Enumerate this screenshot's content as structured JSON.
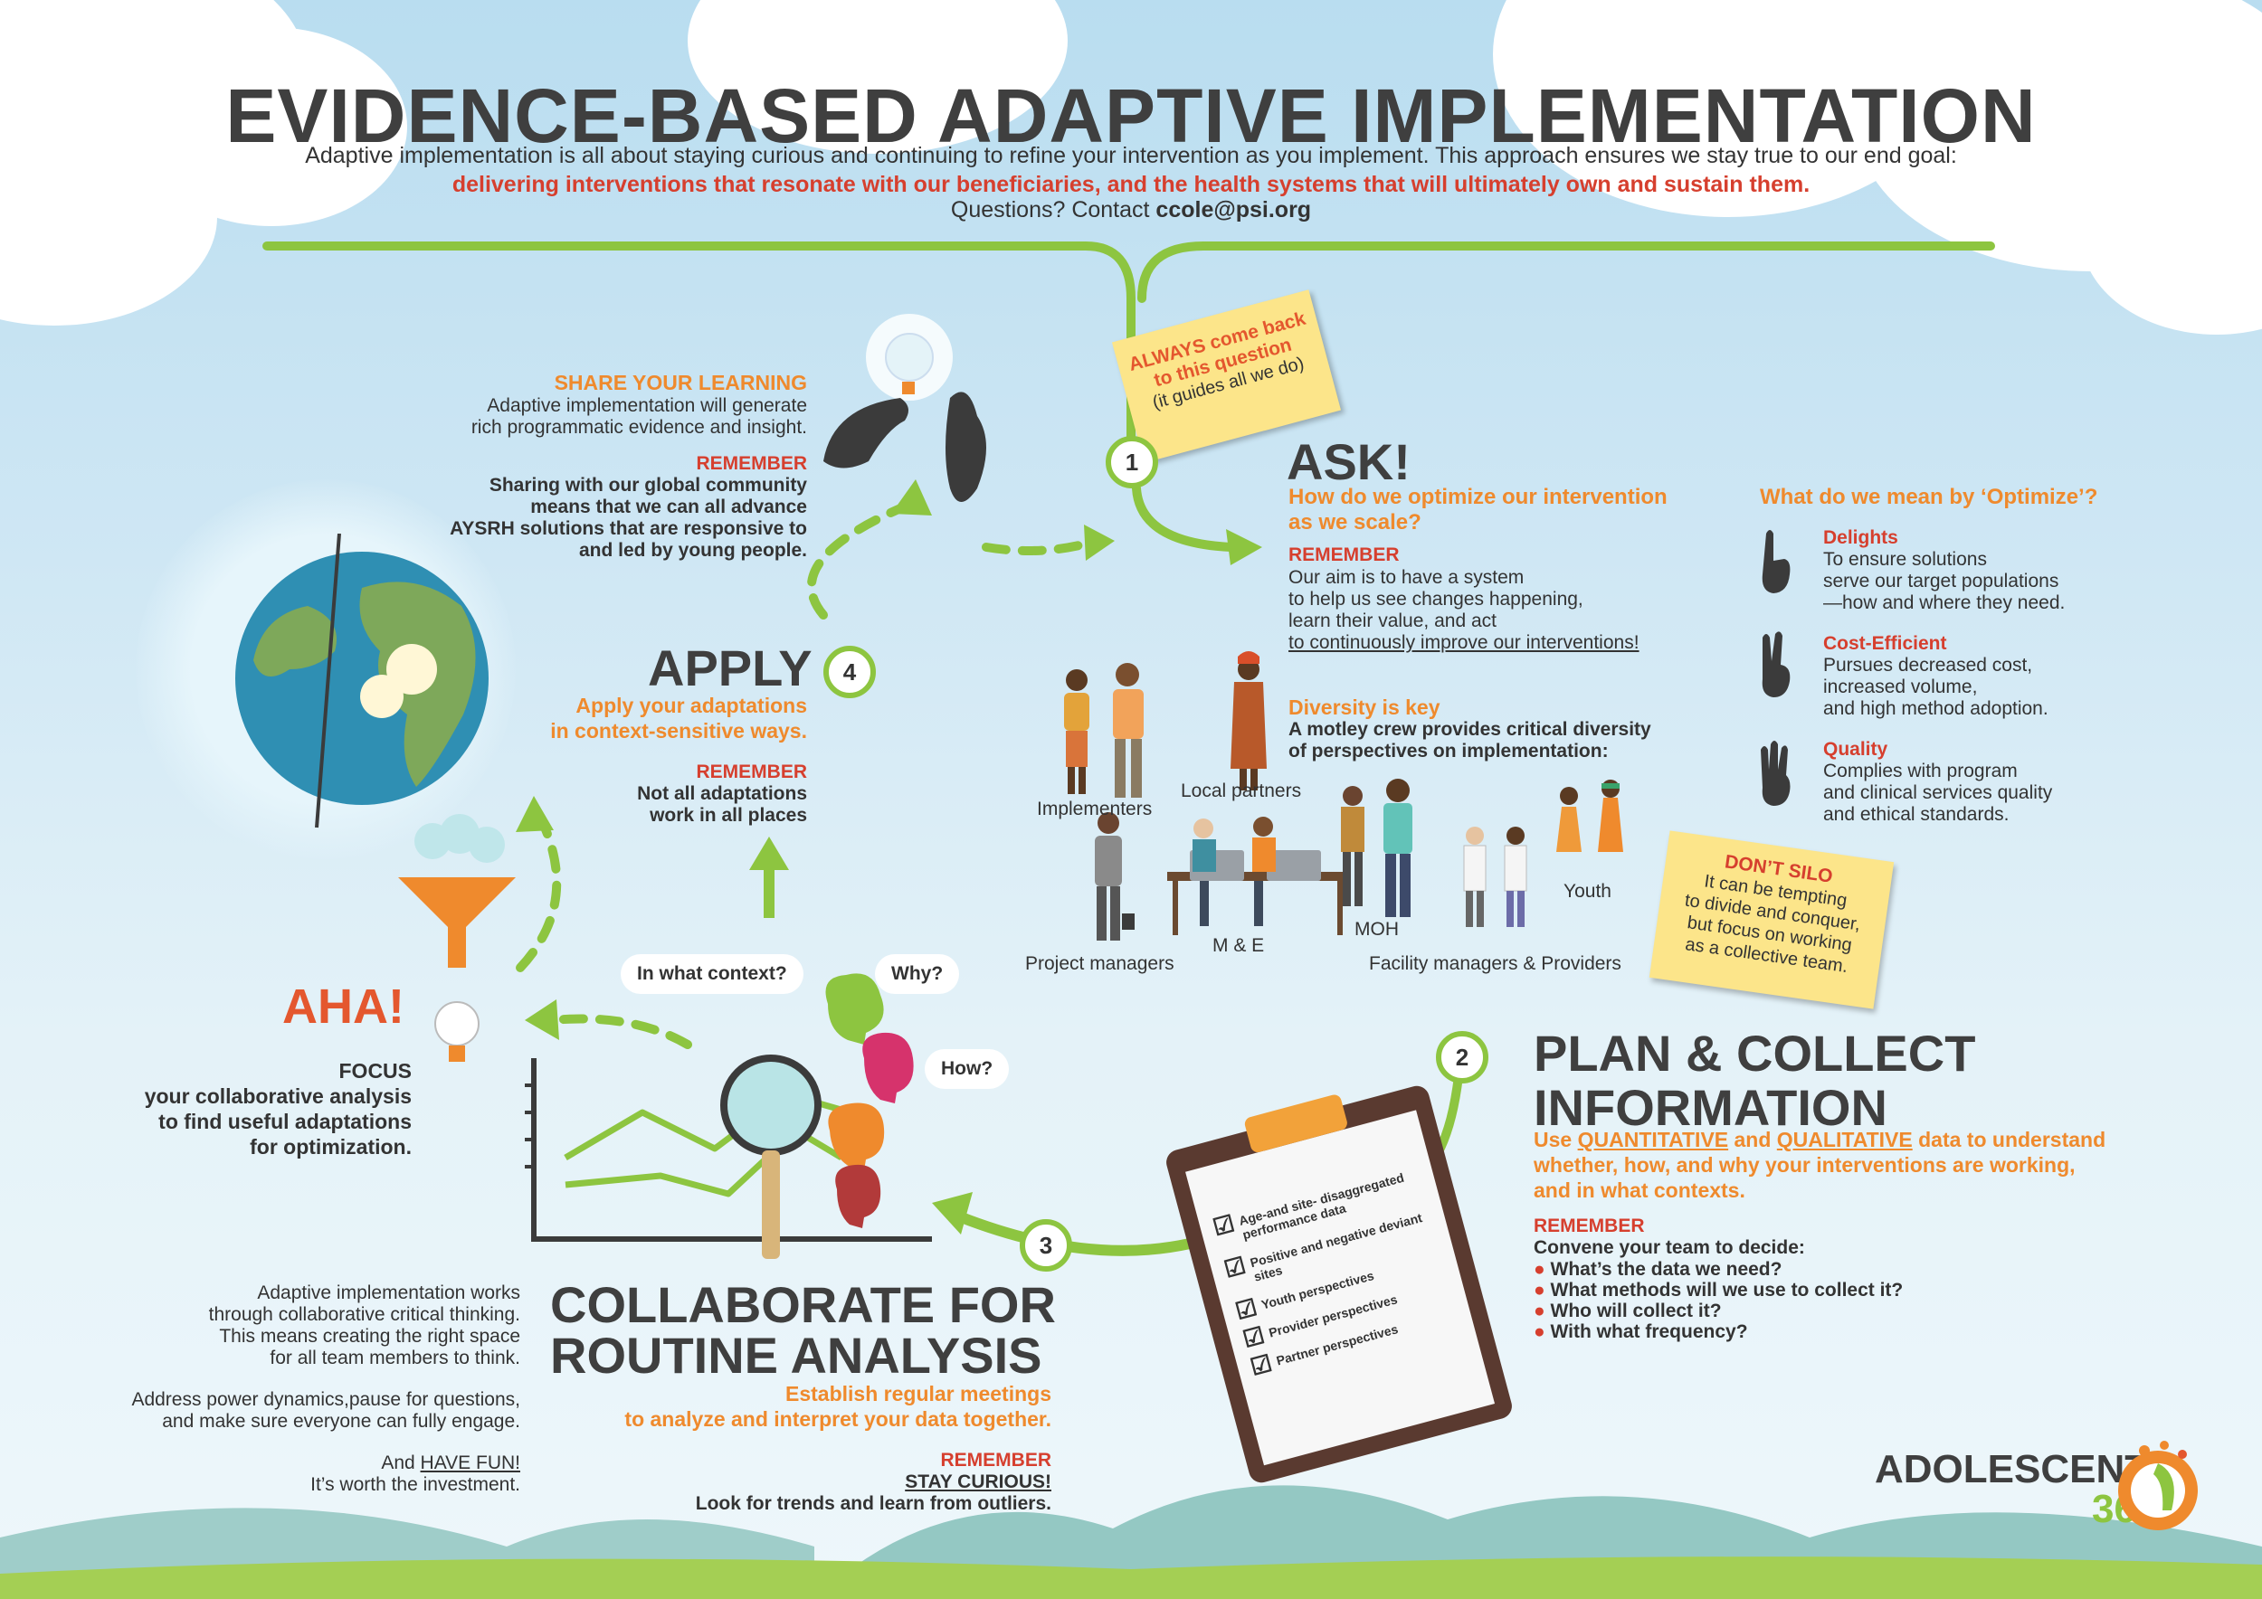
{
  "title": "EVIDENCE-BASED ADAPTIVE IMPLEMENTATION",
  "intro": {
    "line1": "Adaptive implementation is all about staying curious and continuing to refine your intervention as you implement. This approach ensures we stay true to our end goal:",
    "line2": "delivering interventions that resonate with our beneficiaries, and the health systems that will ultimately own and sustain them.",
    "contact_prefix": "Questions? Contact ",
    "contact_email": "ccole@psi.org"
  },
  "sticky_ask": {
    "line1": "ALWAYS come back",
    "line2": "to this question",
    "line3": "(it guides all we do)"
  },
  "step1": {
    "number": "1",
    "title": "ASK!",
    "subtitle1": "How do we optimize our intervention",
    "subtitle2": "as we scale?",
    "remember": "REMEMBER",
    "body1": "Our aim is to have a system",
    "body2": "to help us see changes happening,",
    "body3": "learn their value, and act",
    "body4": "to continuously improve our interventions!"
  },
  "optimize": {
    "heading": "What do we mean by ‘Optimize’?",
    "items": [
      {
        "title": "Delights",
        "l1": "To ensure solutions",
        "l2": "serve our target populations",
        "l3": "—how and where they need."
      },
      {
        "title": "Cost-Efficient",
        "l1": "Pursues decreased cost,",
        "l2": "increased volume,",
        "l3": "and high method adoption."
      },
      {
        "title": "Quality",
        "l1": "Complies with program",
        "l2": "and clinical services quality",
        "l3": "and ethical standards."
      }
    ]
  },
  "diversity": {
    "title": "Diversity is key",
    "body1": "A motley crew provides critical diversity",
    "body2": "of perspectives on implementation:",
    "labels": {
      "implementers": "Implementers",
      "local_partners": "Local partners",
      "project_managers": "Project managers",
      "me": "M & E",
      "moh": "MOH",
      "facility": "Facility managers & Providers",
      "youth": "Youth"
    }
  },
  "sticky_silo": {
    "title": "DON’T SILO",
    "l1": "It can be tempting",
    "l2": "to divide and conquer,",
    "l3": "but focus on working",
    "l4": "as a collective team."
  },
  "step2": {
    "number": "2",
    "title1": "PLAN & COLLECT",
    "title2": "INFORMATION",
    "sub_use": "Use ",
    "sub_quant": "QUANTITATIVE",
    "sub_and": " and ",
    "sub_qual": "QUALITATIVE",
    "sub_rest1": " data to understand",
    "sub_rest2": "whether, how, and why your interventions are working,",
    "sub_rest3": "and in what contexts.",
    "remember": "REMEMBER",
    "convene": "Convene your team to decide:",
    "bullets": [
      "What’s the data we need?",
      "What methods will we use to collect it?",
      "Who will collect it?",
      "With what frequency?"
    ]
  },
  "checklist": {
    "items": [
      "Age-and site- disaggregated performance data",
      "Positive and negative deviant sites",
      "Youth perspectives",
      "Provider perspectives",
      "Partner perspectives"
    ]
  },
  "step3": {
    "number": "3",
    "title1": "COLLABORATE FOR",
    "title2": "ROUTINE ANALYSIS",
    "sub1": "Establish regular meetings",
    "sub2": "to analyze and interpret your data together.",
    "remember": "REMEMBER",
    "curious": "STAY CURIOUS!",
    "look": "Look for trends and learn from outliers."
  },
  "bubbles": {
    "context": "In what context?",
    "why": "Why?",
    "how": "How?"
  },
  "left_text": {
    "p1": [
      "Adaptive implementation works",
      "through collaborative critical thinking.",
      "This means creating the right space",
      "for all team members to think."
    ],
    "p2": [
      "Address power dynamics,pause for questions,",
      "and make sure everyone can fully engage."
    ],
    "p3_and": "And ",
    "p3_fun": "HAVE FUN!",
    "p3_worth": "It’s worth the investment."
  },
  "aha": {
    "title": "AHA!",
    "l1": "FOCUS",
    "l2": "your collaborative analysis",
    "l3": "to find useful adaptations",
    "l4": "for optimization."
  },
  "step4": {
    "number": "4",
    "title": "APPLY",
    "sub1": "Apply your adaptations",
    "sub2": "in context-sensitive ways.",
    "remember": "REMEMBER",
    "r1": "Not all adaptations",
    "r2": "work in all places"
  },
  "share": {
    "title": "SHARE YOUR LEARNING",
    "l1": "Adaptive implementation will generate",
    "l2": "rich programmatic evidence and insight.",
    "remember": "REMEMBER",
    "r1": "Sharing with our global community",
    "r2": "means that we can all advance",
    "r3": "AYSRH solutions that are responsive to",
    "r4": "and led by young people."
  },
  "logo": {
    "name": "ADOLESCENTS",
    "num": "360",
    "deg": "°"
  },
  "colors": {
    "green": "#8dc540",
    "orange": "#ef8a2d",
    "red": "#d63f2e",
    "dark": "#3f3f3f",
    "sky": "#b9ddf0"
  }
}
